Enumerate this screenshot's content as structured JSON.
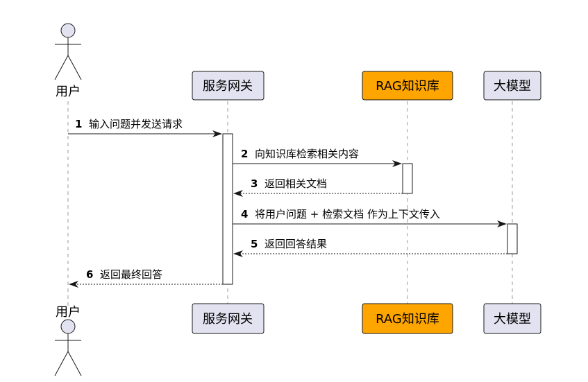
{
  "participants": [
    {
      "id": "user",
      "label": "用户",
      "kind": "actor"
    },
    {
      "id": "gateway",
      "label": "服务网关",
      "kind": "box",
      "fill": "#e2e2f0",
      "stroke": "#181818"
    },
    {
      "id": "rag",
      "label": "RAG知识库",
      "kind": "box",
      "fill": "#ffa500",
      "stroke": "#181818"
    },
    {
      "id": "llm",
      "label": "大模型",
      "kind": "box",
      "fill": "#e2e2f0",
      "stroke": "#181818"
    }
  ],
  "messages": [
    {
      "num": "1",
      "text": "输入问题并发送请求",
      "from": "user",
      "to": "gateway",
      "style": "solid"
    },
    {
      "num": "2",
      "text": "向知识库检索相关内容",
      "from": "gateway",
      "to": "rag",
      "style": "solid"
    },
    {
      "num": "3",
      "text": "返回相关文档",
      "from": "rag",
      "to": "gateway",
      "style": "dashed"
    },
    {
      "num": "4",
      "text": "将用户问题 + 检索文档 作为上下文传入",
      "from": "gateway",
      "to": "llm",
      "style": "solid"
    },
    {
      "num": "5",
      "text": "返回回答结果",
      "from": "llm",
      "to": "gateway",
      "style": "dashed"
    },
    {
      "num": "6",
      "text": "返回最终回答",
      "from": "gateway",
      "to": "user",
      "style": "dashed"
    }
  ],
  "colors": {
    "line": "#181818",
    "lifeline": "#999999",
    "actor_fill": "#e2e2f0"
  }
}
